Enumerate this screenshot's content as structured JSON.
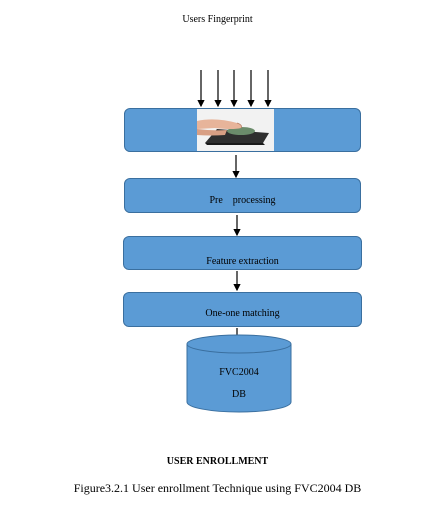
{
  "title": "Users Fingerprint",
  "boxes": {
    "preprocessing": "Pre    processing",
    "feature_extraction": "Feature extraction",
    "matching": "One-one matching"
  },
  "database": {
    "line1": "FVC2004",
    "line2": "DB"
  },
  "heading": "USER ENROLLMENT",
  "caption": "Figure3.2.1 User enrollment Technique using FVC2004 DB",
  "colors": {
    "box_fill": "#5b9bd5",
    "box_border": "#3a6f9f"
  }
}
